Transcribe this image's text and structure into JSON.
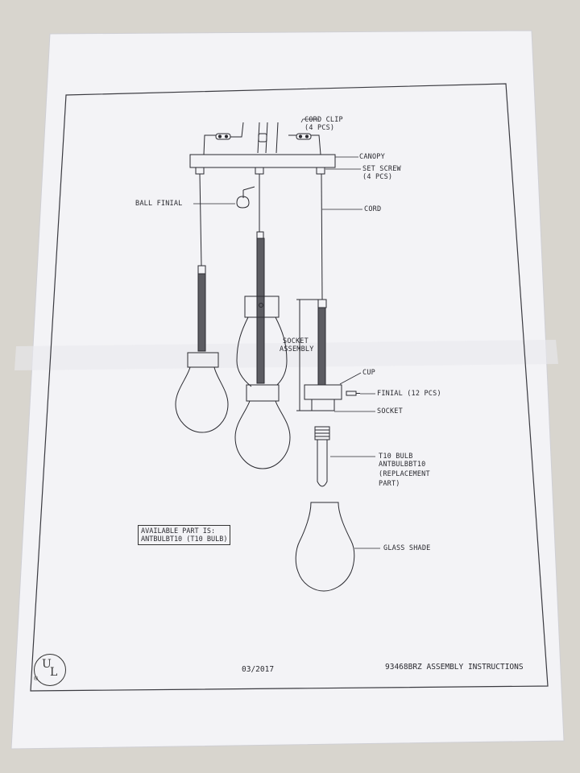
{
  "labels": {
    "cord_clip": "CORD CLIP",
    "cord_clip_qty": "(4 PCS)",
    "canopy": "CANOPY",
    "set_screw": "SET SCREW",
    "set_screw_qty": "(4 PCS)",
    "ball_finial": "BALL FINIAL",
    "cord": "CORD",
    "socket_assembly_1": "SOCKET",
    "socket_assembly_2": "ASSEMBLY",
    "cup": "CUP",
    "finial": "FINIAL (12 PCS)",
    "socket": "SOCKET",
    "bulb_1": "T10 BULB",
    "bulb_2": "ANTBULBBT10",
    "bulb_3": "(REPLACEMENT",
    "bulb_4": "PART)",
    "glass_shade": "GLASS SHADE"
  },
  "note": {
    "line1": "AVAILABLE PART IS:",
    "line2": "ANTBULBT10 (T10 BULB)"
  },
  "footer": {
    "date": "03/2017",
    "doc_title": "93468BRZ ASSEMBLY INSTRUCTIONS"
  },
  "logo": {
    "u": "U",
    "l": "L",
    "reg": "®"
  },
  "colors": {
    "paper": "#f4f4f7",
    "ink": "#2a2a30",
    "background": "#d9d6cf"
  }
}
